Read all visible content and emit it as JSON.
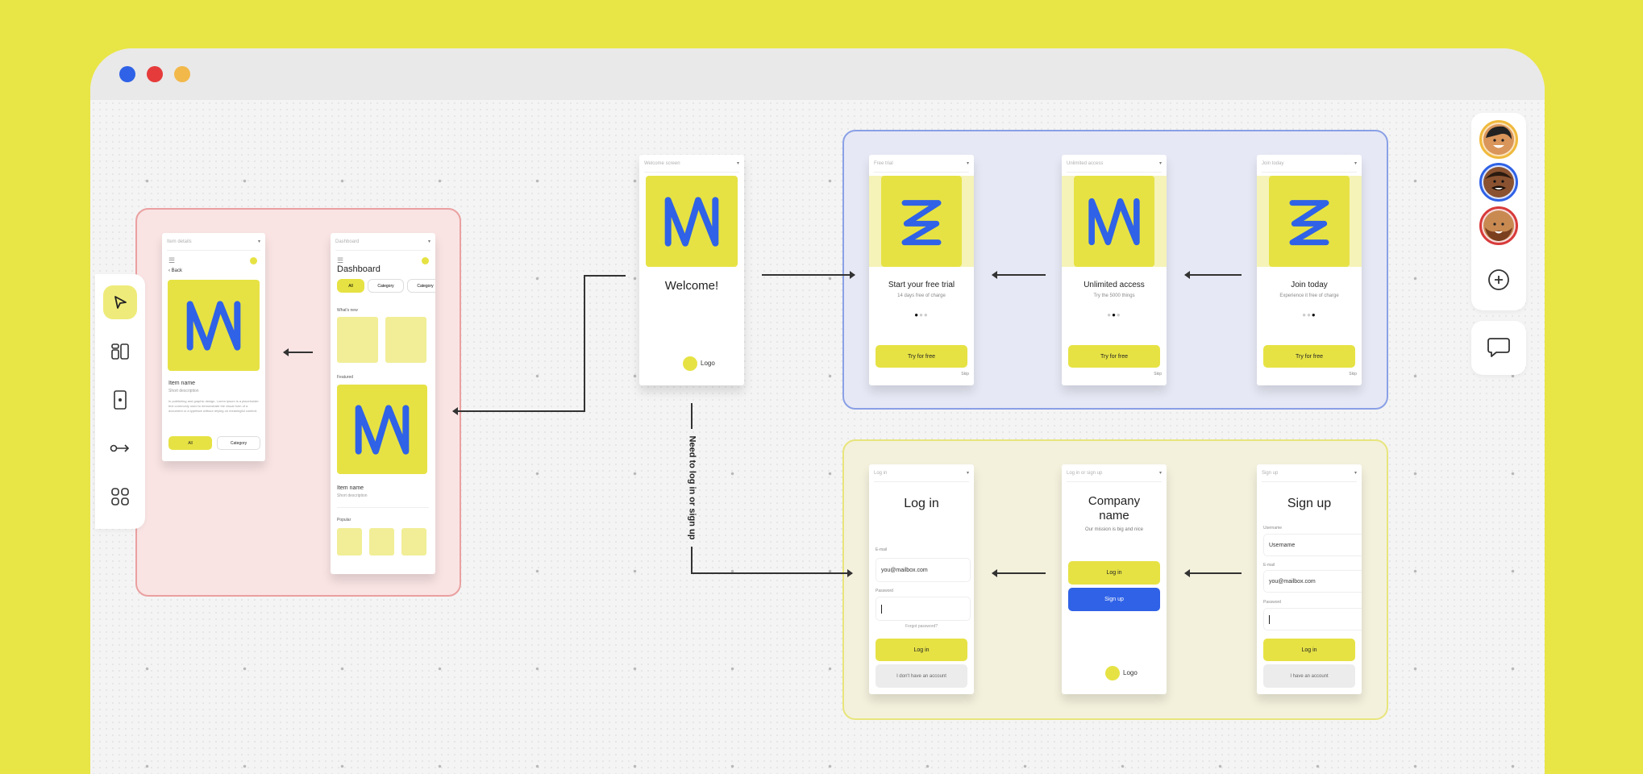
{
  "colors": {
    "background": "#e8e546",
    "accent": "#e6e244",
    "blue": "#2f62e6",
    "red_group": "#f9e3e3",
    "blue_group": "#e6e8f5",
    "yellow_group": "#f3f1dc"
  },
  "window": {
    "dots": [
      "blue",
      "red",
      "orange"
    ]
  },
  "toolbar": {
    "items": [
      "cursor-icon",
      "layout-icon",
      "screen-icon",
      "connector-icon",
      "components-icon"
    ]
  },
  "collaborators": {
    "avatars": [
      "user-1",
      "user-2",
      "user-3"
    ],
    "add_icon": "plus-circle-icon",
    "comment_icon": "comment-icon"
  },
  "connector_label": "Need to log in or sign up",
  "item_detail": {
    "header": "Item details",
    "back": "Back",
    "item_name": "Item name",
    "short_description": "Short description",
    "paragraph": "In publishing and graphic design, Lorem ipsum is a placeholder text commonly used to demonstrate the visual form of a document or a typeface without relying on meaningful content.",
    "btn_all": "All",
    "btn_category": "Category"
  },
  "dashboard": {
    "header": "Dashboard",
    "title": "Dashboard",
    "chips": [
      "All",
      "Category",
      "Category"
    ],
    "whats_new": "What's new",
    "featured": "Featured",
    "item_name": "Item name",
    "short_description": "Short description",
    "popular": "Popular"
  },
  "welcome": {
    "header": "Welcome screen",
    "title": "Welcome!",
    "logo": "Logo"
  },
  "onboarding": [
    {
      "header": "Free trial",
      "title": "Start your free trial",
      "subtitle": "14 days free of charge",
      "button": "Try for free",
      "skip": "Skip",
      "active_dot": 0
    },
    {
      "header": "Unlimited access",
      "title": "Unlimited access",
      "subtitle": "Try the 5000 things",
      "button": "Try for free",
      "skip": "Skip",
      "active_dot": 1
    },
    {
      "header": "Join today",
      "title": "Join today",
      "subtitle": "Experience it free of charge",
      "button": "Try for free",
      "skip": "Skip",
      "active_dot": 2
    }
  ],
  "login": {
    "header": "Log in",
    "title": "Log in",
    "email_label": "E-mail",
    "email_value": "you@mailbox.com",
    "password_label": "Password",
    "forgot": "Forgot password?",
    "button": "Log in",
    "secondary": "I don't have an account"
  },
  "company": {
    "header": "Log in or sign up",
    "title": "Company name",
    "mission": "Our mission is big and nice",
    "login": "Log in",
    "signup": "Sign up",
    "logo": "Logo"
  },
  "signup": {
    "header": "Sign up",
    "title": "Sign up",
    "username_label": "Username",
    "username_value": "Username",
    "email_label": "E-mail",
    "email_value": "you@mailbox.com",
    "password_label": "Password",
    "button": "Log in",
    "secondary": "I have an account"
  }
}
